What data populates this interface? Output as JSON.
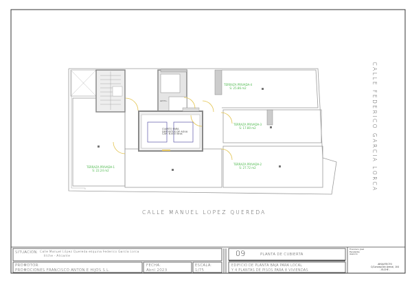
{
  "streets": {
    "bottom": "CALLE MANUEL LOPEZ QUEREDA",
    "right": "CALLE FEDERICO GARCIA LORCA"
  },
  "rooms": {
    "terrace_4": {
      "name": "TERRAZA PRIVADA-4",
      "area": "S: 25.86 m2"
    },
    "terrace_3": {
      "name": "TERRAZA PRIVADA-3",
      "area": "S: 17.80 m2"
    },
    "terrace_2": {
      "name": "TERRAZA PRIVADA-2",
      "area": "S: 27.72 m2"
    },
    "terrace_1": {
      "name": "TERRAZA PRIVADA-1",
      "area": "S: 22.24 m2"
    },
    "water_room": {
      "line1": "CUARTO PARA",
      "line2": "DEPOSITOS DE AGUA",
      "line3": "CAP.: 6.000 litros"
    },
    "small_label": "ALT.T.L."
  },
  "title_block": {
    "situacion_label": "SITUACION:",
    "situacion_line1": "Calle Manuel López Quereda esquina Federico García Lorca",
    "situacion_line2": "Elche - Alicante",
    "promotor_label": "PROMOTOR:",
    "promotor_value": "PROMOCIONES FRANCISCO ANTON E HIJOS S.L.",
    "fecha_label": "FECHA:",
    "fecha_value": "Abril 2023",
    "escala_label": "ESCALA:",
    "escala_value": "1/75",
    "sheet_number": "09",
    "sheet_title": "PLANTA DE CUBIERTA",
    "project_line1": "EDIFICIO DE PLANTA BAJA PARA LOCAL",
    "project_line2": "Y 4 PLANTAS DE PISOS PARA 8 VIVIENDAS",
    "architect_name1": "Francisco José",
    "architect_name2": "Escalante",
    "architect_name3": "Asencio",
    "architect_label": "ARQUITECTO",
    "architect_address": "C/Concepción Arenal, 104",
    "architect_city": "- ELCHE -"
  }
}
